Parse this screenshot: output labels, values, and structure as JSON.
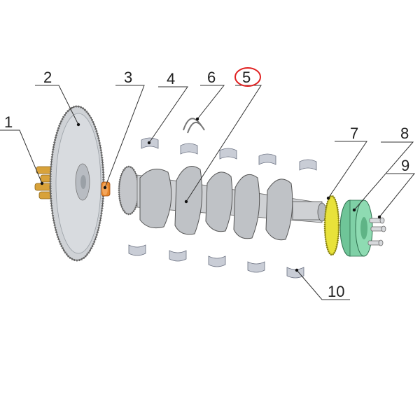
{
  "colors": {
    "bolt": "#d8a23a",
    "flywheel": "#cfd2d6",
    "bushing": "#e8862a",
    "bearing": "#c9cdd6",
    "crank": "#c4c6ca",
    "gear": "#e8e23a",
    "pulley": "#7fd0a6",
    "highlight": "#e02020",
    "line": "#333333"
  },
  "callouts": [
    {
      "id": "1",
      "text": "1"
    },
    {
      "id": "2",
      "text": "2"
    },
    {
      "id": "3",
      "text": "3"
    },
    {
      "id": "4",
      "text": "4"
    },
    {
      "id": "5",
      "text": "5",
      "highlighted": true
    },
    {
      "id": "6",
      "text": "6"
    },
    {
      "id": "7",
      "text": "7"
    },
    {
      "id": "8",
      "text": "8"
    },
    {
      "id": "9",
      "text": "9"
    },
    {
      "id": "10",
      "text": "10"
    }
  ]
}
